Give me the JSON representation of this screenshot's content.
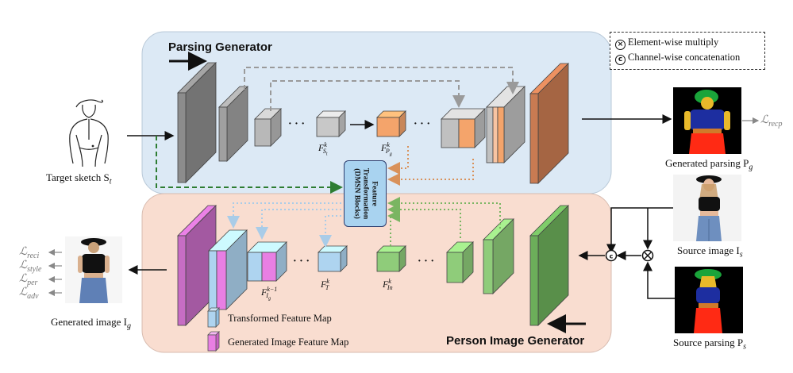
{
  "title_parsing_generator": "Parsing Generator",
  "title_person_generator": "Person Image Generator",
  "legend": {
    "multiply": "Element-wise multiply",
    "multiply_symbol": "⊗",
    "concat": "Channel-wise concatenation",
    "concat_symbol": "Ⓒ"
  },
  "dmsn_label": {
    "line1": "Feature",
    "line2": "Transformation",
    "line3": "(DMSN Blocks)"
  },
  "inputs": {
    "target_sketch": "Target sketch S",
    "target_sketch_sub": "t",
    "source_image": "Source image I",
    "source_image_sub": "s",
    "source_parsing": "Source parsing P",
    "source_parsing_sub": "s"
  },
  "outputs": {
    "generated_parsing": "Generated parsing P",
    "generated_parsing_sub": "g",
    "generated_image": "Generated image I",
    "generated_image_sub": "g"
  },
  "losses": {
    "recp": "ℒ",
    "recp_sub": "recp",
    "reci": "ℒ",
    "reci_sub": "reci",
    "style": "ℒ",
    "style_sub": "style",
    "per": "ℒ",
    "per_sub": "per",
    "adv": "ℒ",
    "adv_sub": "adv"
  },
  "feature_maps": {
    "fst": "F",
    "fst_sup": "k",
    "fst_sub": "S",
    "fst_subsub": "t",
    "fpg": "F",
    "fpg_sup": "k",
    "fpg_sub": "P",
    "fpg_subsub": "g",
    "fig": "F",
    "fig_sup": "k−1",
    "fig_sub": "I",
    "fig_subsub": "g",
    "ft": "F",
    "ft_sup": "k",
    "ft_sub": "T",
    "fin": "F",
    "fin_sup": "k",
    "fin_sub": "In"
  },
  "ellipsis": "· · ·",
  "bottom_legend": {
    "transformed": "Transformed Feature Map",
    "generated": "Generated Image Feature Map"
  },
  "colors": {
    "parsing_panel": "#dce9f5",
    "person_panel": "#f9ddd0",
    "gray_block": "#a6a6a6",
    "orange_block": "#f4a46b",
    "brown_block": "#c97b52",
    "purple_block": "#c76dc4",
    "pink_block": "#e87fe3",
    "blue_block": "#aed4f0",
    "green_block": "#8fcc7a",
    "dark_green_line": "#2e7d32",
    "orange_dotted": "#d9915a",
    "green_dotted": "#7ab562"
  }
}
